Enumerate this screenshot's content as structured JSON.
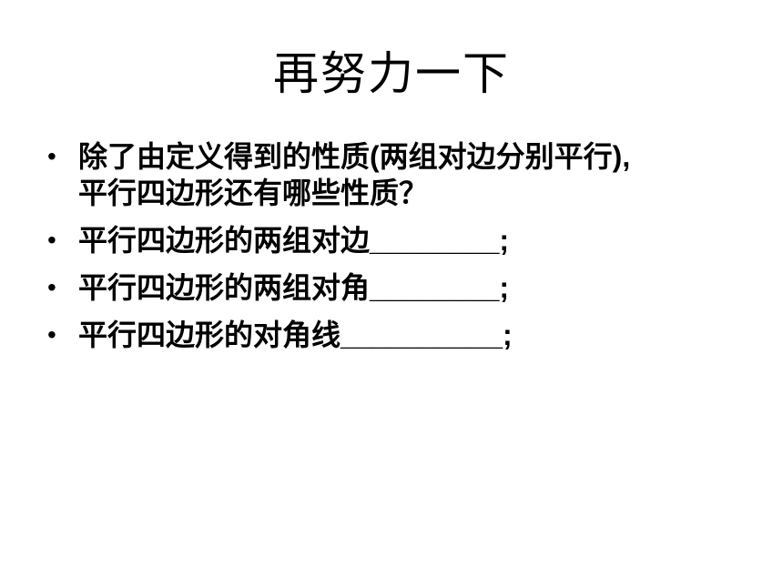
{
  "slide": {
    "title": "再努力一下",
    "bullets": [
      {
        "marker": "•",
        "text": "除了由定义得到的性质(两组对边分别平行),\n平行四边形还有哪些性质？"
      },
      {
        "marker": "•",
        "text": "平行四边形的两组对边",
        "blank": "________",
        "tail": ";"
      },
      {
        "marker": "•",
        "text": "平行四边形的两组对角",
        "blank": "________",
        "tail": ";"
      },
      {
        "marker": "•",
        "text": "平行四边形的对角线",
        "blank": "__________",
        "tail": ";"
      }
    ]
  }
}
